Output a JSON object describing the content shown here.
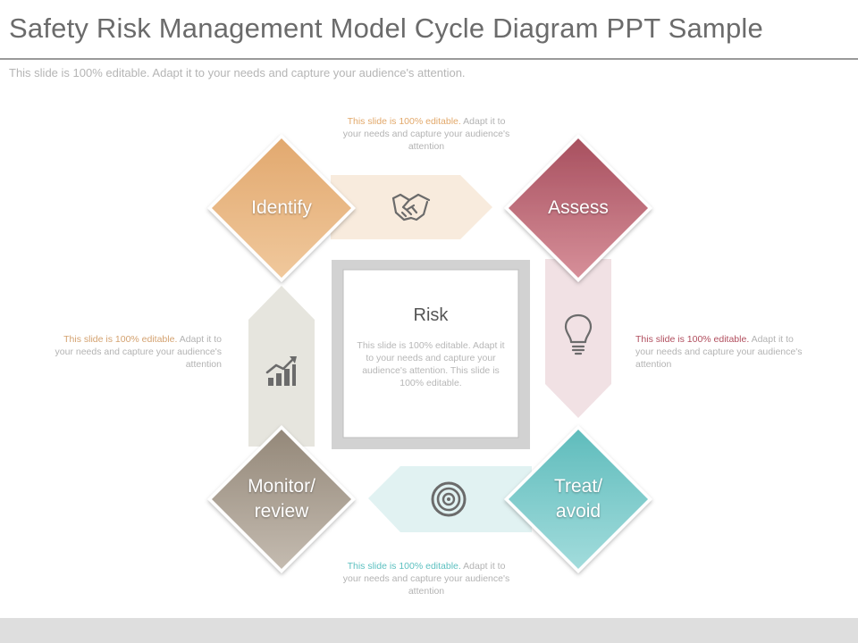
{
  "slide": {
    "title": "Safety Risk Management Model Cycle Diagram PPT Sample",
    "subtitle": "This slide is 100% editable. Adapt it to your needs and capture your audience's attention."
  },
  "center": {
    "title": "Risk",
    "text": "This slide is 100% editable. Adapt it to your needs and capture your audience's attention. This slide is 100% editable."
  },
  "steps": [
    {
      "label": "Identify",
      "color": "#e2ab74"
    },
    {
      "label": "Assess",
      "color": "#b0606e"
    },
    {
      "label": "Treat/ avoid",
      "label_line1": "Treat/",
      "label_line2": "avoid",
      "color": "#6fc4c4"
    },
    {
      "label": "Monitor/ review",
      "label_line1": "Monitor/",
      "label_line2": "review",
      "color": "#9e9386"
    }
  ],
  "connectors": [
    {
      "icon": "handshake-icon",
      "color": "#f8ebdd"
    },
    {
      "icon": "lightbulb-icon",
      "color": "#f1e1e4"
    },
    {
      "icon": "target-icon",
      "color": "#e1f2f2"
    },
    {
      "icon": "growth-chart-icon",
      "color": "#e6e5de"
    }
  ],
  "notes": {
    "top": {
      "highlight": "This slide is 100% editable.",
      "rest": " Adapt it to your needs and capture your audience's attention",
      "color": "#e2a86a"
    },
    "right": {
      "highlight": "This slide is 100% editable.",
      "rest": " Adapt it to your needs and capture your audience's attention",
      "color": "#b14e5e"
    },
    "left": {
      "highlight": "This slide is 100% editable.",
      "rest": " Adapt it to your needs and capture your audience's attention",
      "color": "#d4a270"
    },
    "bottom": {
      "highlight": "This slide is 100% editable.",
      "rest": " Adapt it to your needs and capture your audience's attention",
      "color": "#5cc0c0"
    }
  },
  "colors": {
    "title_text": "#6b6b6b",
    "frame": "#c9c9c9",
    "icon": "#6b6b6b"
  }
}
